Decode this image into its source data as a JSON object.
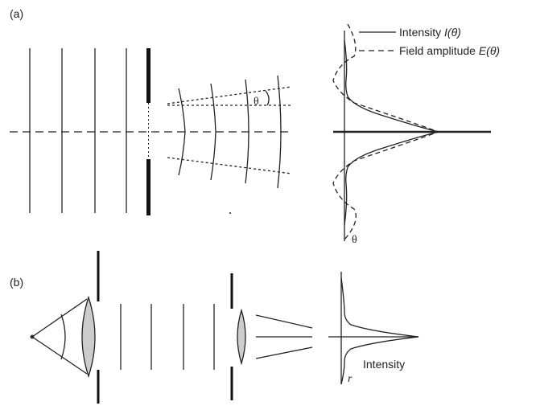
{
  "panel_a": {
    "label": "(a)",
    "theta_label": "θ",
    "axis_theta_label": "θ",
    "legend": {
      "solid_label_prefix": "Intensity ",
      "solid_label_symbol": "I(θ)",
      "dashed_label_prefix": "Field amplitude ",
      "dashed_label_symbol": "E(θ)"
    }
  },
  "panel_b": {
    "label": "(b)",
    "intensity_label": "Intensity",
    "r_label": "r"
  },
  "colors": {
    "line": "#222222",
    "lens_fill": "#cccccc",
    "background": "#ffffff"
  }
}
